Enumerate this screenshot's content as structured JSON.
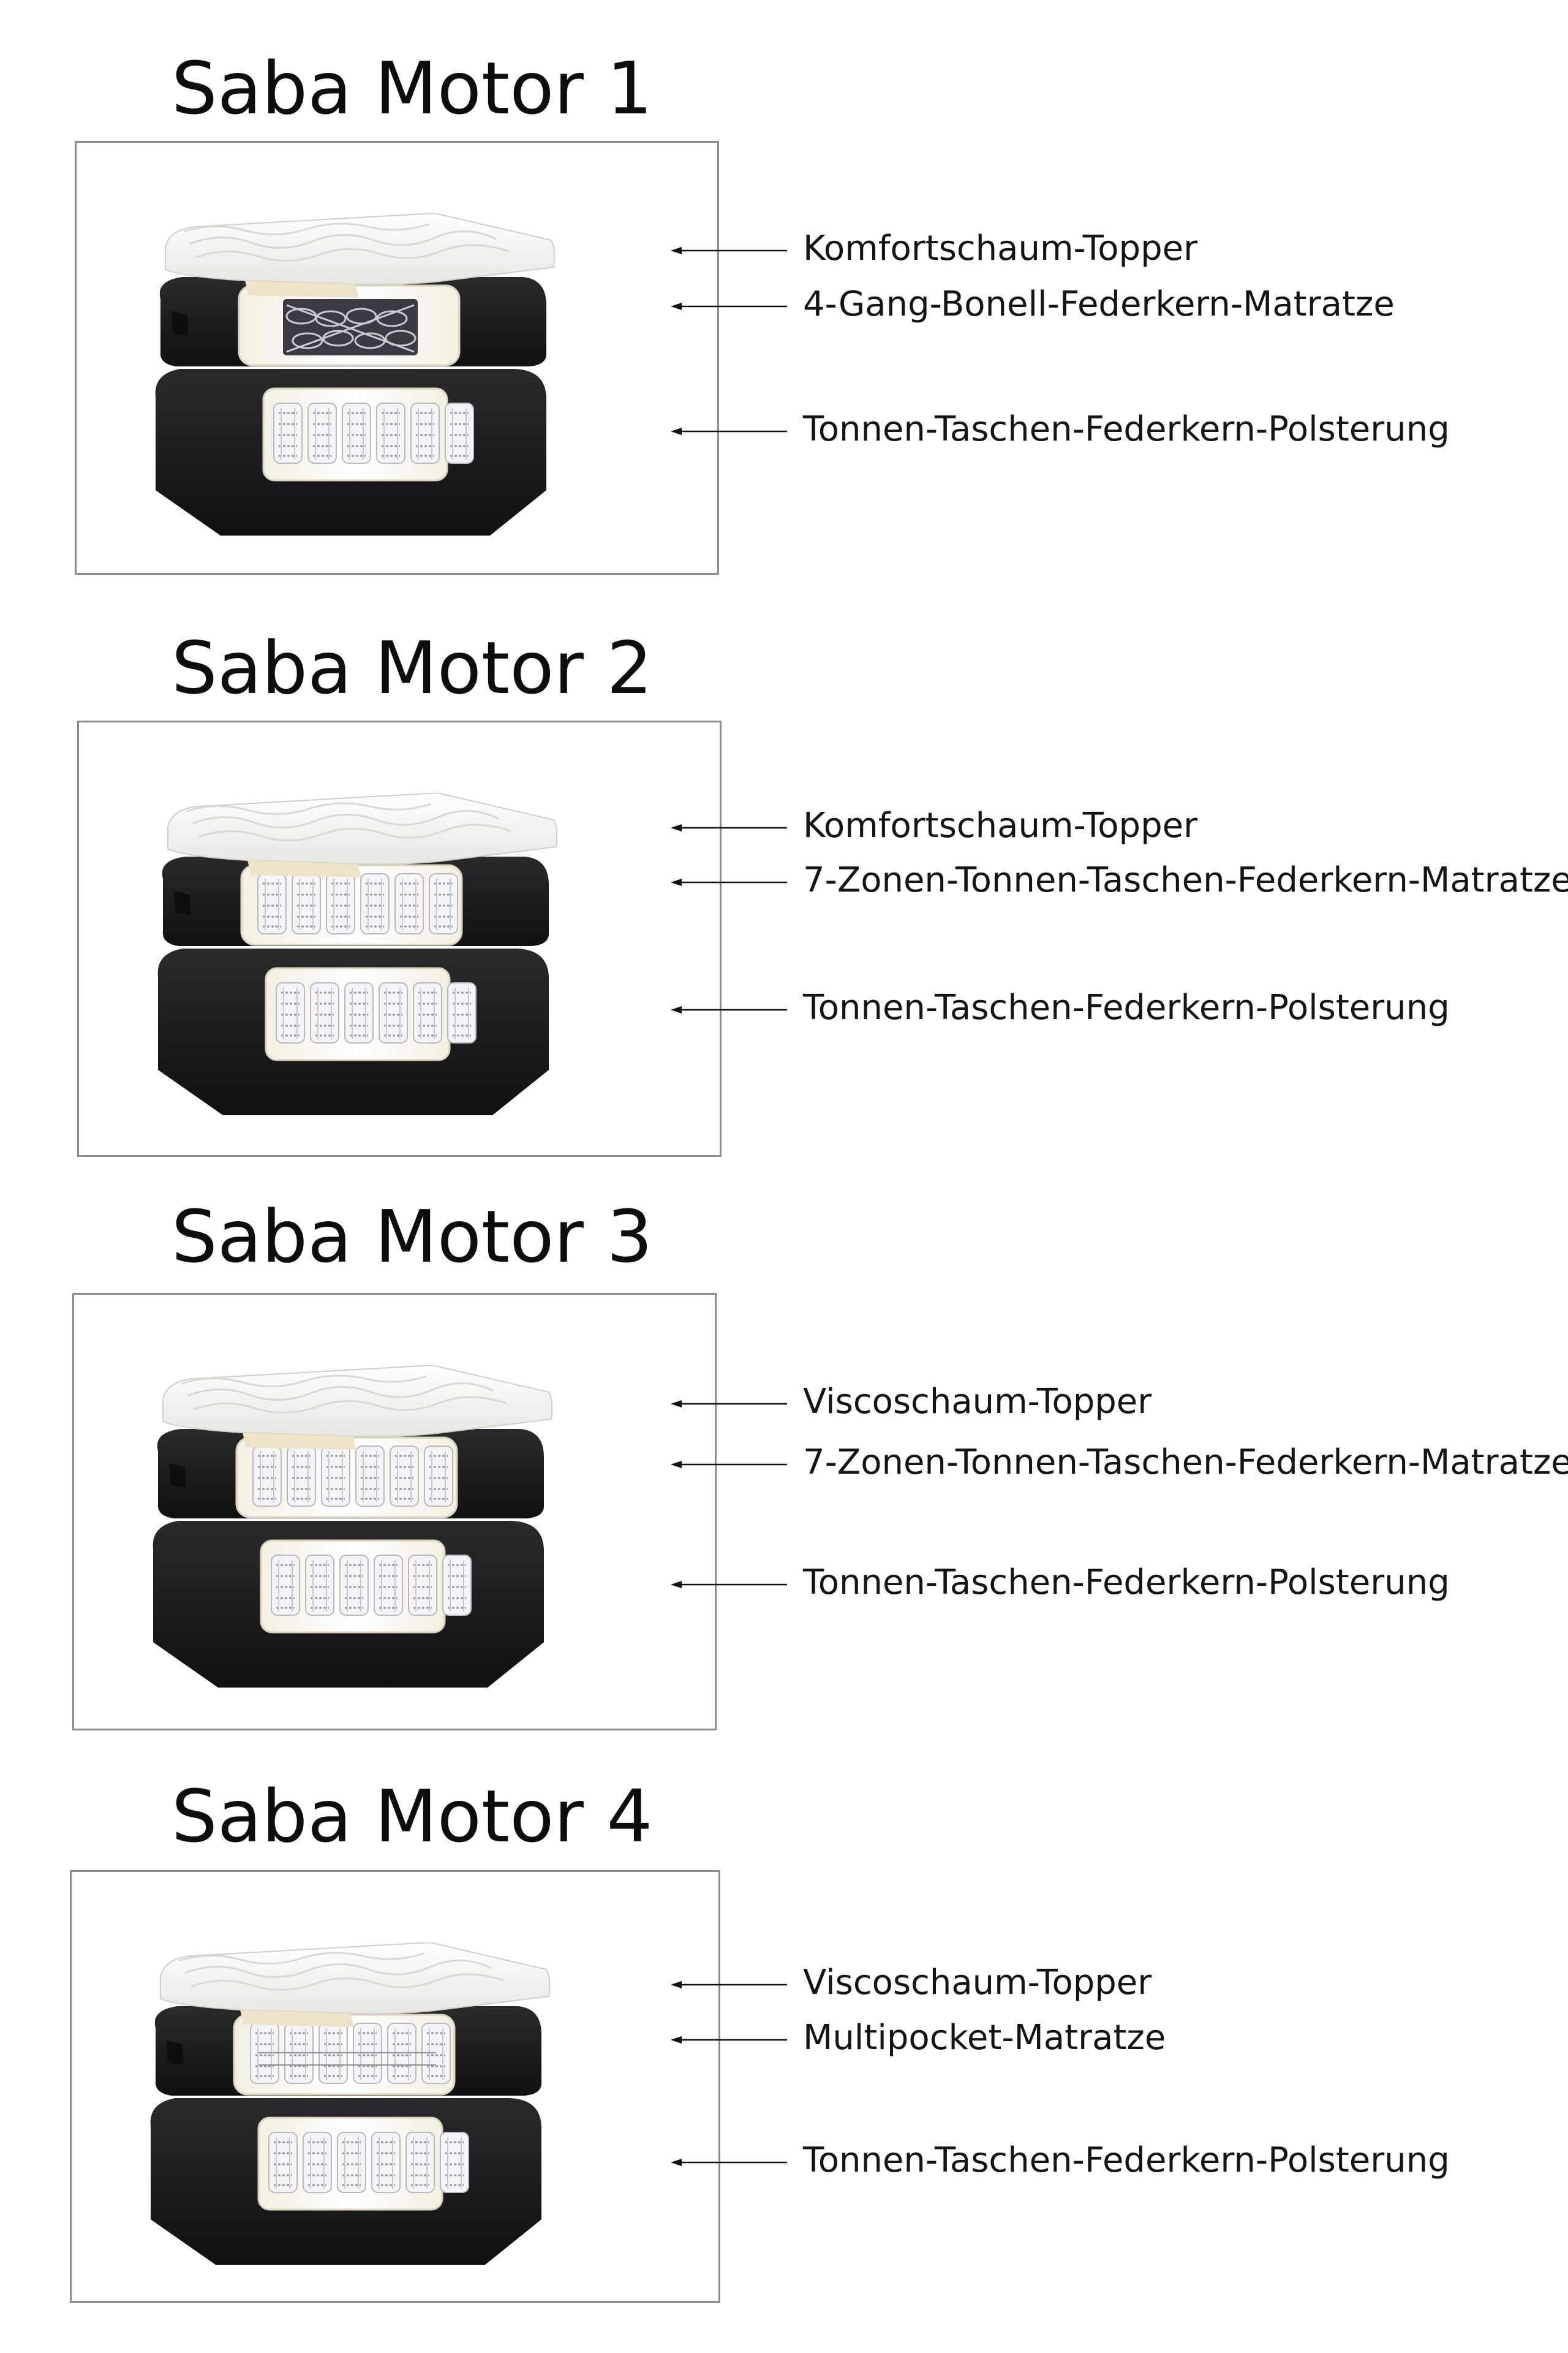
{
  "products": [
    {
      "title": "Saba Motor 1",
      "spring": "bonell",
      "labels": [
        "Komfortschaum-Topper",
        "4-Gang-Bonell-Federkern-Matratze",
        "Tonnen-Taschen-Federkern-Polsterung"
      ]
    },
    {
      "title": "Saba Motor 2",
      "spring": "pocket",
      "labels": [
        "Komfortschaum-Topper",
        "7-Zonen-Tonnen-Taschen-Federkern-Matratze",
        "Tonnen-Taschen-Federkern-Polsterung"
      ]
    },
    {
      "title": "Saba Motor 3",
      "spring": "pocket",
      "labels": [
        "Viscoschaum-Topper",
        "7-Zonen-Tonnen-Taschen-Federkern-Matratze",
        "Tonnen-Taschen-Federkern-Polsterung"
      ]
    },
    {
      "title": "Saba Motor 4",
      "spring": "multipocket",
      "labels": [
        "Viscoschaum-Topper",
        "Multipocket-Matratze",
        "Tonnen-Taschen-Federkern-Polsterung"
      ]
    }
  ],
  "colors": {
    "fabric": "#1c1c1e",
    "topper": "#f4f4f2",
    "foam": "#ece4c8",
    "frame": "#8c8c8c"
  }
}
